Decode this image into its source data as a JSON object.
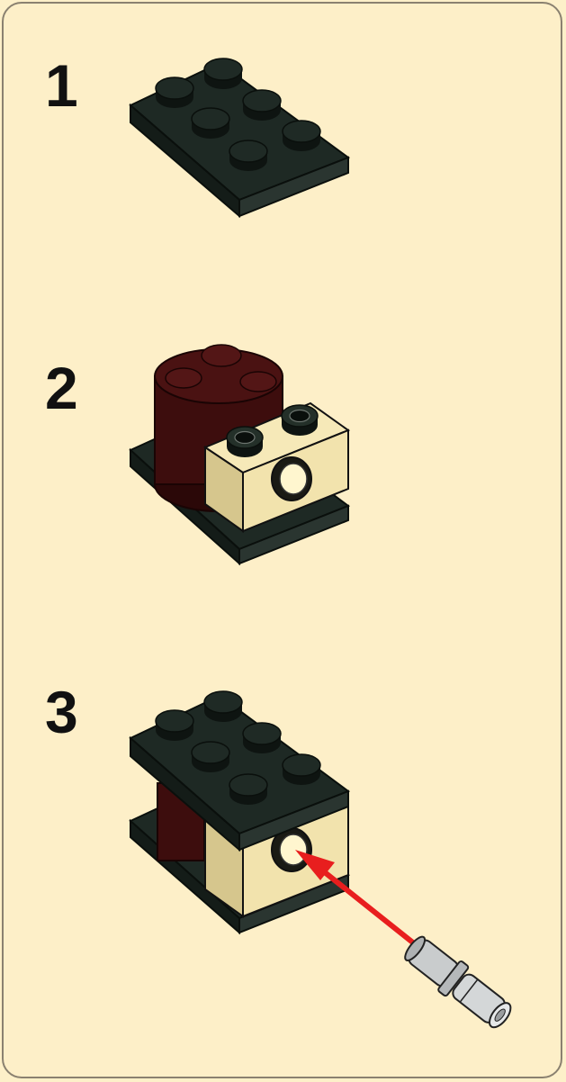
{
  "steps": [
    {
      "number": "1"
    },
    {
      "number": "2"
    },
    {
      "number": "3"
    }
  ],
  "colors": {
    "background": "#fdefc8",
    "border": "#8a8170",
    "black_brick": "#1c2622",
    "black_brick_side": "#101613",
    "dark_red_brick": "#3d0d0d",
    "tan_brick": "#f2e3ad",
    "arrow": "#e81e1e",
    "pin": "#c9cccd"
  },
  "icons": [
    "plate-2x3-icon",
    "round-brick-icon",
    "technic-brick-icon",
    "technic-pin-icon",
    "arrow-icon"
  ]
}
